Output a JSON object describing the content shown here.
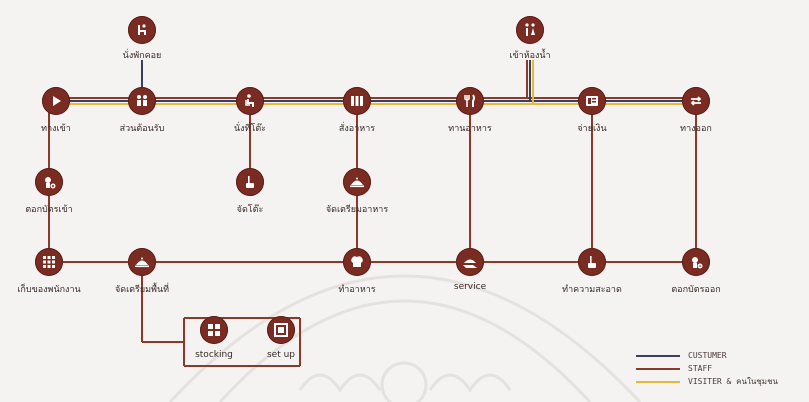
{
  "colors": {
    "customer": "#3a3f5c",
    "staff": "#8b3a2a",
    "visitor": "#e8b83a",
    "node": "#7a2b22"
  },
  "nodes": {
    "entrance": {
      "label": "ทางเข้า",
      "icon": "play-icon"
    },
    "reception": {
      "label": "ส่วนต้อนรับ",
      "icon": "reception-icon"
    },
    "waiting": {
      "label": "นั่งพักคอย",
      "icon": "waiting-chair-icon"
    },
    "seating": {
      "label": "นั่งที่โต๊ะ",
      "icon": "seated-person-icon"
    },
    "order": {
      "label": "สั่งอาหาร",
      "icon": "menu-icon"
    },
    "eating": {
      "label": "ทานอาหาร",
      "icon": "fork-knife-icon"
    },
    "restroom": {
      "label": "เข้าห้องน้ำ",
      "icon": "restroom-icon"
    },
    "payment": {
      "label": "จ่ายเงิน",
      "icon": "bill-icon"
    },
    "exit": {
      "label": "ทางออก",
      "icon": "exchange-icon"
    },
    "clock_in": {
      "label": "ตอกบัตรเข้า",
      "icon": "clock-in-icon"
    },
    "set_table": {
      "label": "จัดโต๊ะ",
      "icon": "cleaning-icon"
    },
    "prepare_food": {
      "label": "จัดเตรียมอาหาร",
      "icon": "cloche-icon"
    },
    "storage": {
      "label": "เก็บของพนักงาน",
      "icon": "grid-icon"
    },
    "prepare_area": {
      "label": "จัดเตรียมพื้นที่",
      "icon": "cloche-icon"
    },
    "cooking": {
      "label": "ทำอาหาร",
      "icon": "chef-hat-icon"
    },
    "service": {
      "label": "service",
      "icon": "serving-icon"
    },
    "cleaning": {
      "label": "ทำความสะอาด",
      "icon": "cleaning-icon"
    },
    "clock_out": {
      "label": "ตอกบัตรออก",
      "icon": "clock-out-icon"
    },
    "stocking": {
      "label": "stocking",
      "icon": "stocking-icon"
    },
    "set_up": {
      "label": "set up",
      "icon": "set-up-icon"
    }
  },
  "legend": [
    {
      "label": "CUSTUMER",
      "color": "#3a3f5c"
    },
    {
      "label": "STAFF",
      "color": "#8b3a2a"
    },
    {
      "label": "VISITER & คนในชุมชน",
      "color": "#e8b83a"
    }
  ]
}
